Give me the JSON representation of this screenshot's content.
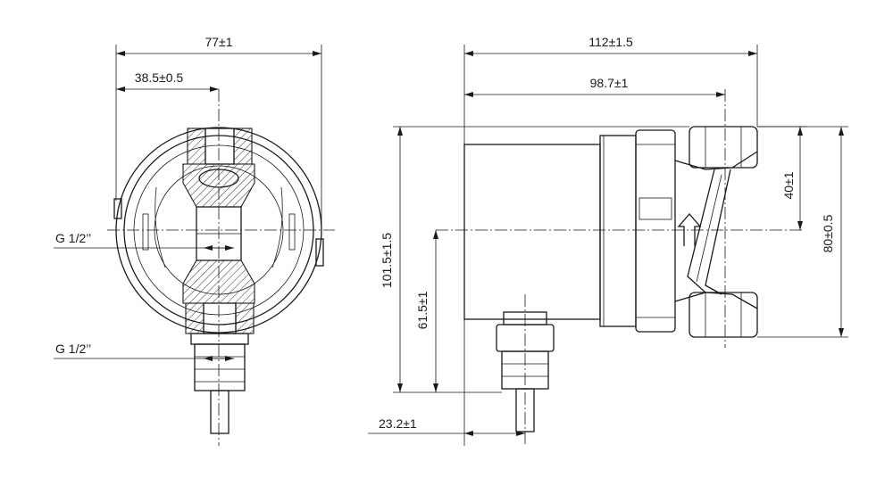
{
  "dimensions": {
    "front_width": "77±1",
    "front_half_width": "38.5±0.5",
    "thread_top": "G 1/2’’",
    "thread_bottom": "G 1/2’’",
    "side_length": "112±1.5",
    "side_inner_length": "98.7±1",
    "port_height": "40±1",
    "port_span": "80±0.5",
    "total_height": "101.5±1.5",
    "axis_height": "61.5±1",
    "cable_offset": "23.2±1"
  }
}
